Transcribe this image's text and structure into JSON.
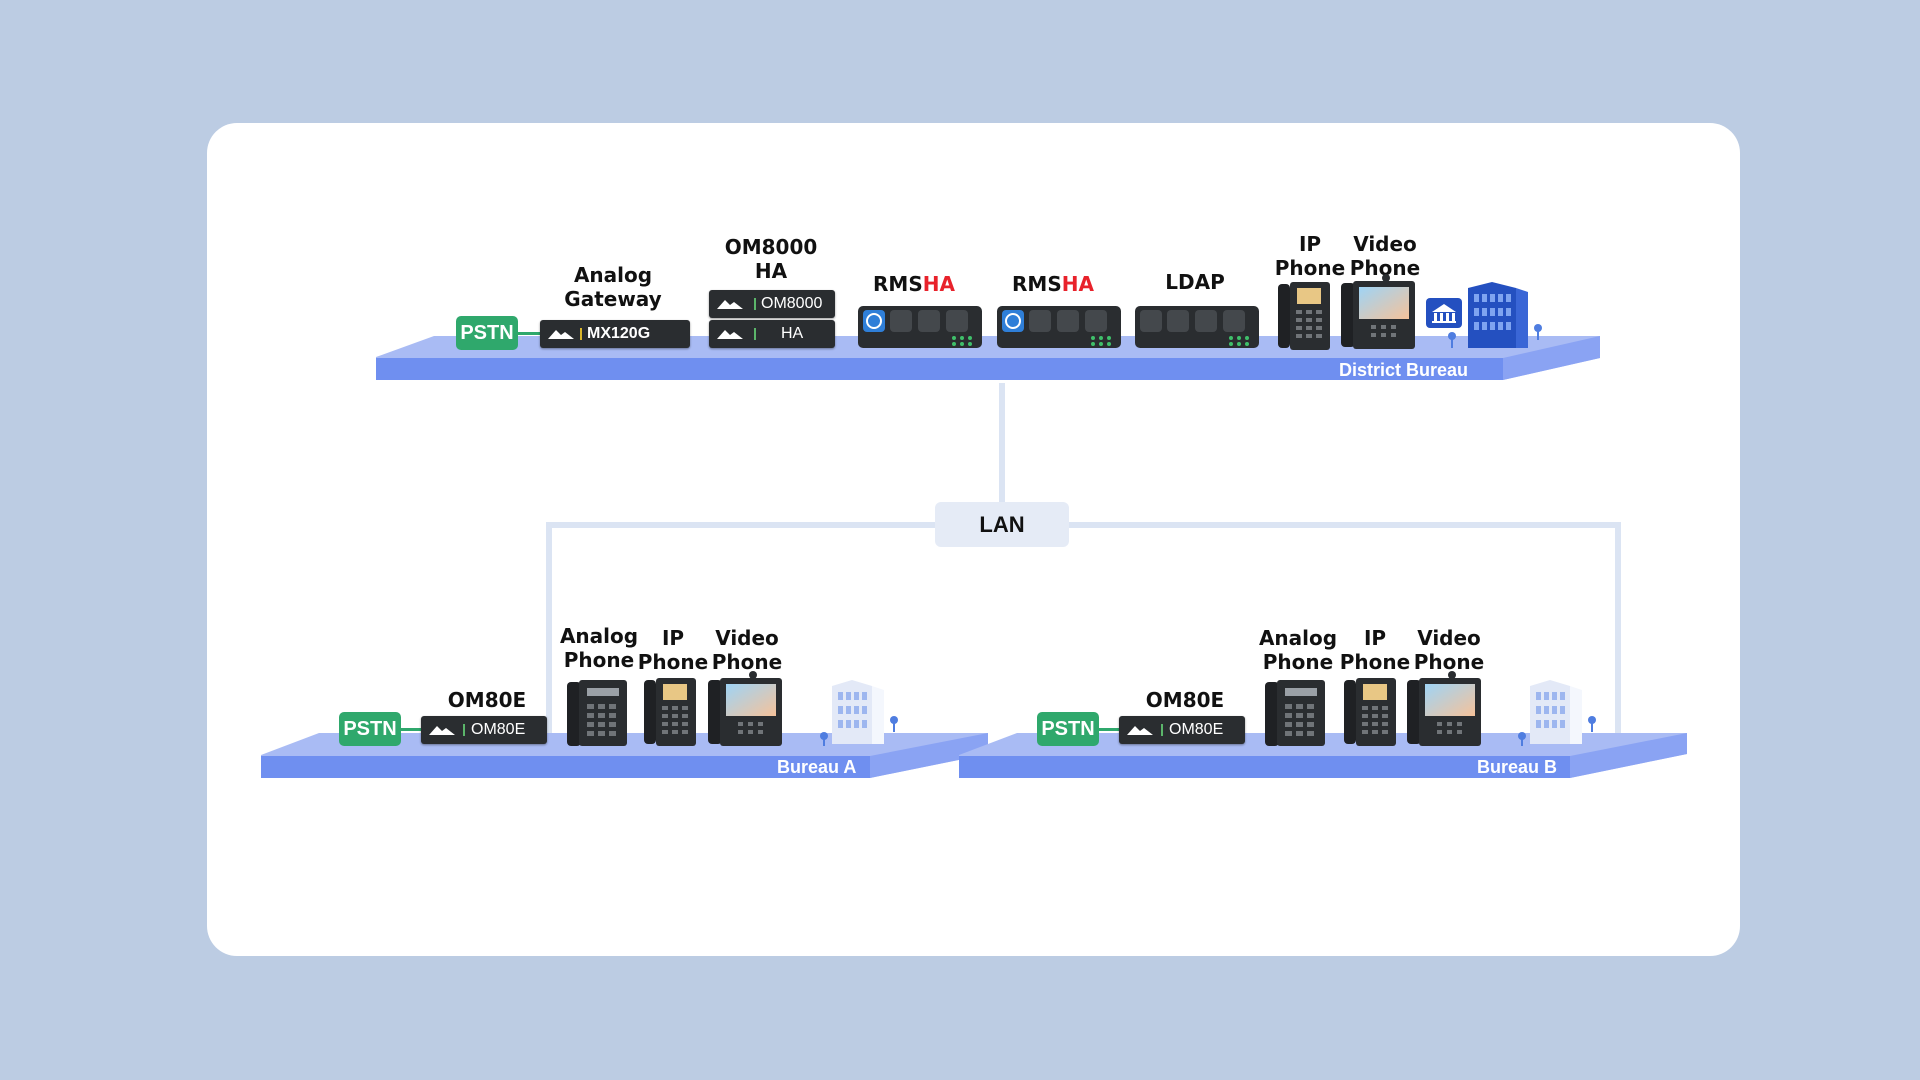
{
  "colors": {
    "background": "#bccce3",
    "platform_top": "#a9bbf4",
    "platform_front": "#6f8ff0",
    "platform_side": "#8aa3f3",
    "pstn_green": "#2fa86c",
    "device_dark": "#2a2d30",
    "ha_red": "#e8222b",
    "lan_line": "#dbe4f3"
  },
  "network": {
    "lan_label": "LAN"
  },
  "district": {
    "platform_label": "District Bureau",
    "pstn": "PSTN",
    "analog_gateway_label": "Analog\nGateway",
    "mx120g_name": "MX120G",
    "om8000_label": "OM8000\nHA",
    "om8000_name": "OM8000",
    "ha_name": "HA",
    "rms1_prefix": "RMS",
    "rms1_suffix": "HA",
    "rms2_prefix": "RMS",
    "rms2_suffix": "HA",
    "ldap_label": "LDAP",
    "ip_phone_label": "IP\nPhone",
    "video_phone_label": "Video\nPhone"
  },
  "bureau_a": {
    "platform_label": "Bureau A",
    "pstn": "PSTN",
    "om80e_label": "OM80E",
    "om80e_name": "OM80E",
    "analog_phone_label": "Analog\nPhone",
    "ip_phone_label": "IP\nPhone",
    "video_phone_label": "Video\nPhone"
  },
  "bureau_b": {
    "platform_label": "Bureau B",
    "pstn": "PSTN",
    "om80e_label": "OM80E",
    "om80e_name": "OM80E",
    "analog_phone_label": "Analog\nPhone",
    "ip_phone_label": "IP\nPhone",
    "video_phone_label": "Video\nPhone"
  },
  "icons": [
    "government-building-icon",
    "office-building-icon",
    "location-pin-icon",
    "rms-logo-icon"
  ]
}
